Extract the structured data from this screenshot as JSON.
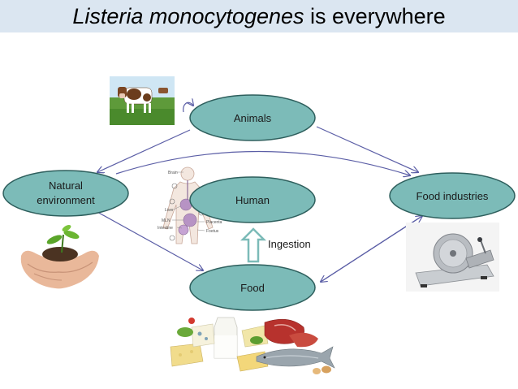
{
  "title": {
    "italic_part": "Listeria monocytogenes",
    "rest_part": " is everywhere"
  },
  "nodes": {
    "animals": "Animals",
    "natural_line1": "Natural",
    "natural_line2": "environment",
    "human": "Human",
    "food_industries": "Food industries",
    "food": "Food"
  },
  "labels": {
    "ingestion": "Ingestion"
  },
  "anatomy_labels": {
    "brain": "Brain",
    "liver": "Liver",
    "mln": "MLN",
    "intestine": "Intestine",
    "placenta": "Placenta",
    "foetus": "Foetus"
  },
  "colors": {
    "node_fill": "#7cbbb8",
    "node_stroke": "#2e5f5d",
    "arrow": "#5b5ea6",
    "title_bg": "#dbe6f1",
    "ingestion_arrow_fill": "#ffffff",
    "ingestion_arrow_stroke": "#7cbbb8"
  }
}
